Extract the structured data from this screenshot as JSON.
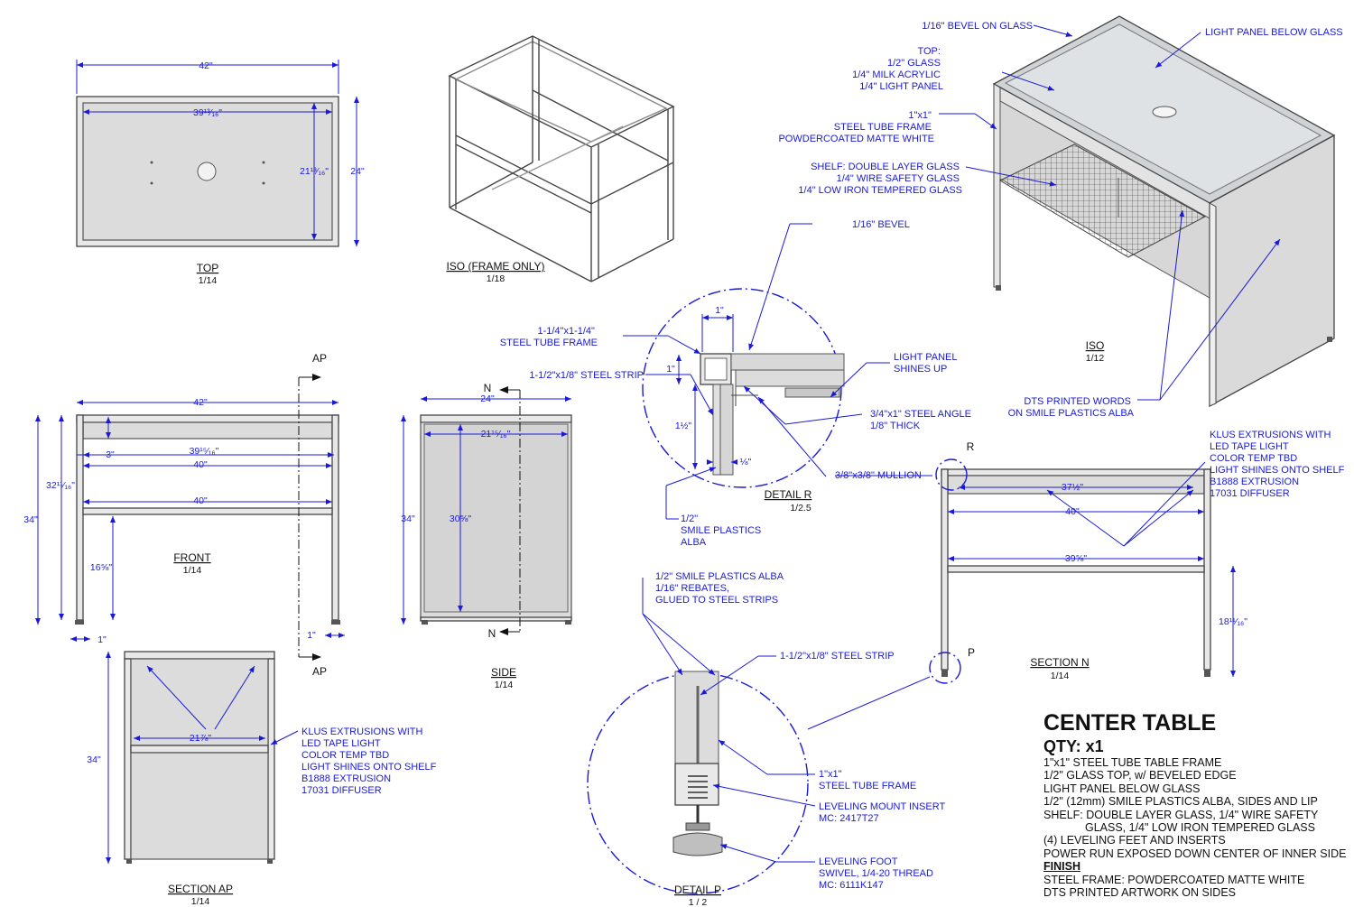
{
  "views": {
    "top": {
      "label": "TOP",
      "scale": "1/14",
      "dim_width": "42\"",
      "dim_inner_width": "39¹³⁄₁₆\"",
      "dim_inner_depth": "21¹³⁄₁₆\"",
      "dim_depth": "24\""
    },
    "iso_frame": {
      "label": "ISO (FRAME ONLY)",
      "scale": "1/18"
    },
    "iso": {
      "label": "ISO",
      "scale": "1/12"
    },
    "front": {
      "label": "FRONT",
      "scale": "1/14",
      "dim_width": "42\"",
      "dim_3": "3\"",
      "dim_39": "39¹⁵⁄₁₆\"",
      "dim_40a": "40\"",
      "dim_40b": "40\"",
      "dim_32": "32¹¹⁄₁₆\"",
      "dim_34": "34\"",
      "dim_16": "16⅝\"",
      "dim_1a": "1\"",
      "dim_1b": "1\"",
      "marker_ap_top": "AP",
      "marker_ap_bottom": "AP"
    },
    "side": {
      "label": "SIDE",
      "scale": "1/14",
      "dim_24": "24\"",
      "dim_21": "21¹⁵⁄₁₆\"",
      "dim_30": "30⅝\"",
      "dim_34": "34\"",
      "marker_n_top": "N",
      "marker_n_bottom": "N"
    },
    "section_ap": {
      "label": "SECTION AP",
      "scale": "1/14",
      "dim_21": "21⅞\"",
      "dim_34": "34\""
    },
    "section_n": {
      "label": "SECTION N",
      "scale": "1/14",
      "dim_37": "37½\"",
      "dim_40": "40\"",
      "dim_39": "39⅝\"",
      "dim_18": "18¹¹⁄₁₆\"",
      "marker_r": "R",
      "marker_p": "P"
    },
    "detail_r": {
      "label": "DETAIL  R",
      "scale": "1/2.5",
      "dim_1a": "1\"",
      "dim_1b": "1\"",
      "dim_1_5": "1½\"",
      "dim_1_8": "⅛\""
    },
    "detail_p": {
      "label": "DETAIL  P",
      "scale": "1 / 2"
    }
  },
  "annotations": {
    "bevel_glass": [
      "1/16\" BEVEL ON GLASS"
    ],
    "light_panel_below": [
      "LIGHT PANEL BELOW GLASS"
    ],
    "top_build": [
      "TOP:",
      "1/2\" GLASS",
      "1/4\" MILK ACRYLIC",
      "1/4\" LIGHT PANEL"
    ],
    "tube_frame": [
      "1\"x1\"",
      "STEEL TUBE FRAME",
      "POWDERCOATED MATTE WHITE"
    ],
    "shelf": [
      "SHELF: DOUBLE LAYER GLASS",
      "1/4\" WIRE SAFETY GLASS",
      "1/4\" LOW IRON TEMPERED GLASS"
    ],
    "bevel": [
      "1/16\" BEVEL"
    ],
    "dts_words": [
      "DTS PRINTED WORDS",
      "ON SMILE PLASTICS ALBA"
    ],
    "tube_125": [
      "1-1/4\"x1-1/4\"",
      "STEEL TUBE FRAME"
    ],
    "strip_r": [
      "1-1/2\"x1/8\" STEEL STRIP"
    ],
    "light_shines_up": [
      "LIGHT PANEL",
      "SHINES UP"
    ],
    "angle": [
      "3/4\"x1\" STEEL ANGLE",
      "1/8\" THICK"
    ],
    "mullion": [
      "3/8\"x3/8\" MULLION"
    ],
    "alba_r": [
      "1/2\"",
      "SMILE PLASTICS",
      "ALBA"
    ],
    "klus_n": [
      "KLUS EXTRUSIONS WITH",
      "LED TAPE LIGHT",
      "COLOR TEMP TBD",
      "LIGHT SHINES ONTO SHELF",
      "B1888 EXTRUSION",
      "17031 DIFFUSER"
    ],
    "alba_p": [
      "1/2\" SMILE PLASTICS ALBA",
      "1/16\" REBATES,",
      "GLUED TO STEEL STRIPS"
    ],
    "strip_p": [
      "1-1/2\"x1/8\" STEEL STRIP"
    ],
    "tube_p": [
      "1\"x1\"",
      "STEEL TUBE FRAME"
    ],
    "mount": [
      "LEVELING MOUNT INSERT",
      "MC: 2417T27"
    ],
    "foot": [
      "LEVELING FOOT",
      "SWIVEL, 1/4-20 THREAD",
      "MC: 6111K147"
    ],
    "klus_ap": [
      "KLUS EXTRUSIONS WITH",
      "LED TAPE LIGHT",
      "COLOR TEMP TBD",
      "LIGHT SHINES ONTO SHELF",
      "B1888 EXTRUSION",
      "17031 DIFFUSER"
    ]
  },
  "notes": {
    "title": "CENTER TABLE",
    "qty": "QTY: x1",
    "lines": [
      "1\"x1\" STEEL TUBE TABLE FRAME",
      "1/2\" GLASS TOP, w/ BEVELED EDGE",
      "LIGHT PANEL BELOW GLASS",
      "1/2\" (12mm) SMILE PLASTICS ALBA, SIDES AND LIP",
      "SHELF: DOUBLE LAYER GLASS, 1/4\" WIRE SAFETY",
      "GLASS, 1/4\" LOW IRON TEMPERED GLASS",
      "(4) LEVELING FEET AND INSERTS",
      "POWER RUN EXPOSED DOWN CENTER OF INNER SIDE"
    ],
    "finish_heading": "FINISH",
    "finish_lines": [
      "STEEL FRAME: POWDERCOATED MATTE WHITE",
      "DTS PRINTED ARTWORK ON SIDES"
    ]
  },
  "colors": {
    "annotation": "#1a1ad6",
    "linework": "#444444",
    "panel": "#dcdcdc"
  }
}
